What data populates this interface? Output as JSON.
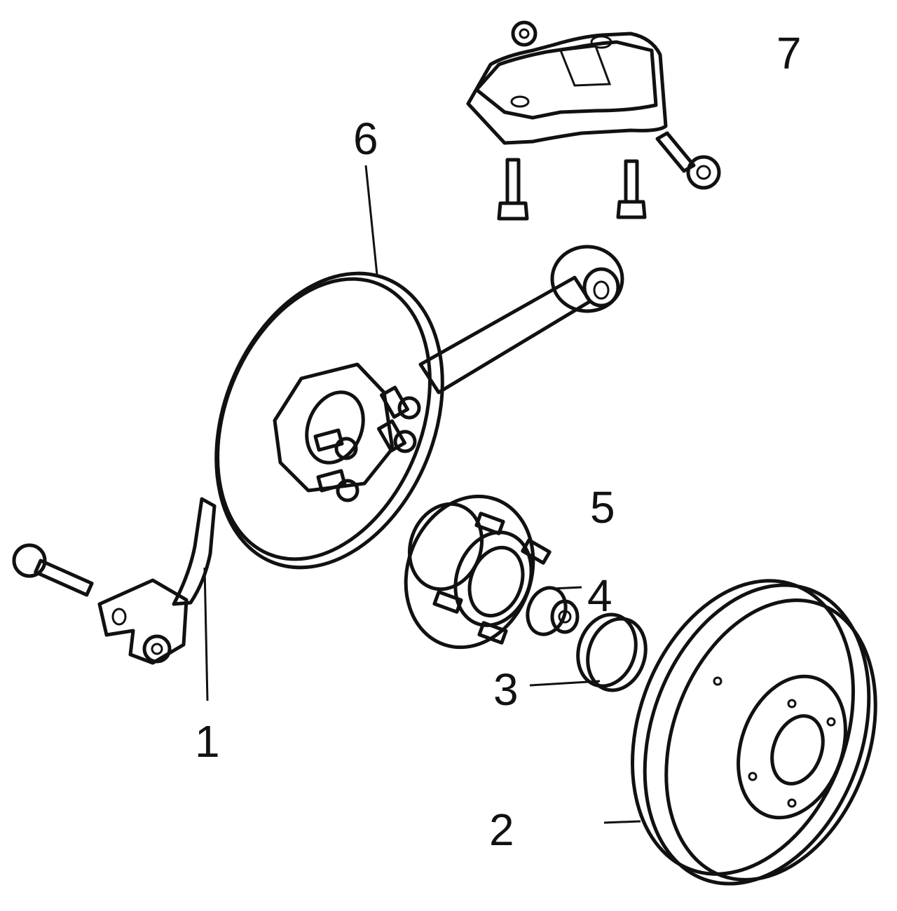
{
  "diagram": {
    "callouts": {
      "c1": "1",
      "c2": "2",
      "c3": "3",
      "c4": "4",
      "c5": "5",
      "c6": "6",
      "c7": "7"
    },
    "colors": {
      "line": "#111111",
      "fill_light": "#e6e6e6",
      "fill_mid": "#8a8a8a",
      "fill_dark": "#444444",
      "background": "#ffffff"
    }
  }
}
